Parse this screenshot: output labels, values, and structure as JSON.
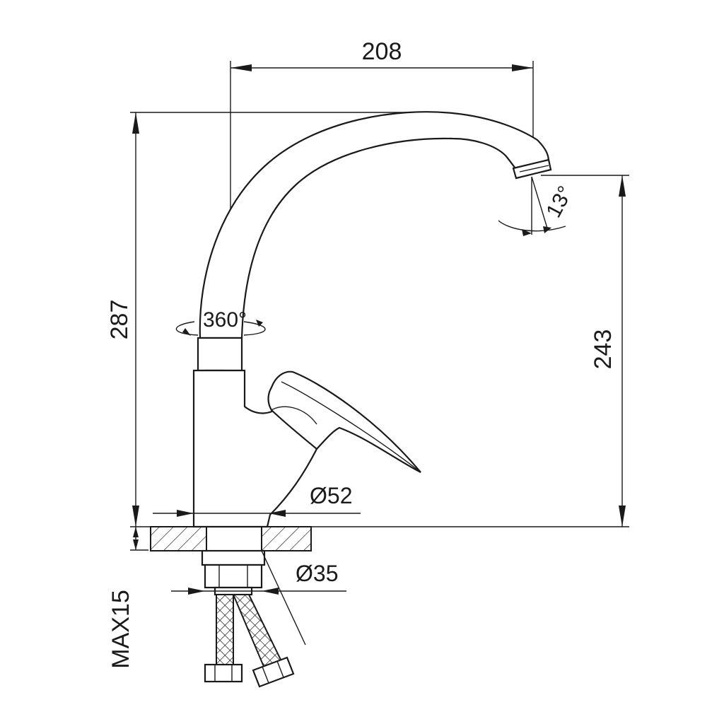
{
  "drawing": {
    "subject": "single-lever kitchen faucet",
    "line_color": "#1a1a1a",
    "background": "#ffffff"
  },
  "dimensions": {
    "spout_reach": "208",
    "total_height": "287",
    "spout_height": "243",
    "max_counter_thickness": "MAX15",
    "base_diameter": "Ø52",
    "mount_diameter": "Ø35"
  },
  "angles": {
    "swivel": "360°",
    "aerator_tilt": "13°"
  }
}
